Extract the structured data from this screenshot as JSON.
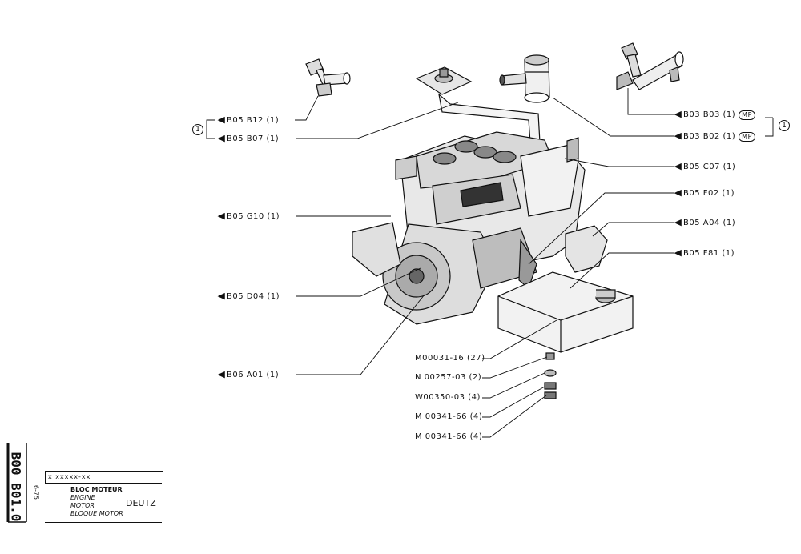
{
  "callouts_left": [
    {
      "text": "B05  B12 (1)"
    },
    {
      "text": "B05  B07 (1)"
    },
    {
      "text": "B05  G10 (1)"
    },
    {
      "text": "B05  D04 (1)"
    },
    {
      "text": "B06  A01 (1)"
    }
  ],
  "callouts_right": [
    {
      "text": "B03  B03 (1)",
      "mp": "MP"
    },
    {
      "text": "B03  B02 (1)",
      "mp": "MP"
    },
    {
      "text": "B05  C07 (1)"
    },
    {
      "text": "B05  F02 (1)"
    },
    {
      "text": "B05  A04 (1)"
    },
    {
      "text": "B05  F81 (1)"
    }
  ],
  "hardware": [
    {
      "text": "M00031-16 (27)"
    },
    {
      "text": "N 00257-03 (2)"
    },
    {
      "text": "W00350-03 (4)"
    },
    {
      "text": "M 00341-66 (4)"
    },
    {
      "text": "M 00341-66 (4)"
    }
  ],
  "group_marker": "1",
  "title_block": {
    "code": "B00 B01.0",
    "date": "6-75",
    "ref": "x xxxxx-xx",
    "line_fr": "BLOC MOTEUR",
    "line_en": "ENGINE",
    "line_de": "MOTOR",
    "line_es": "BLOQUE MOTOR",
    "brand": "DEUTZ"
  }
}
